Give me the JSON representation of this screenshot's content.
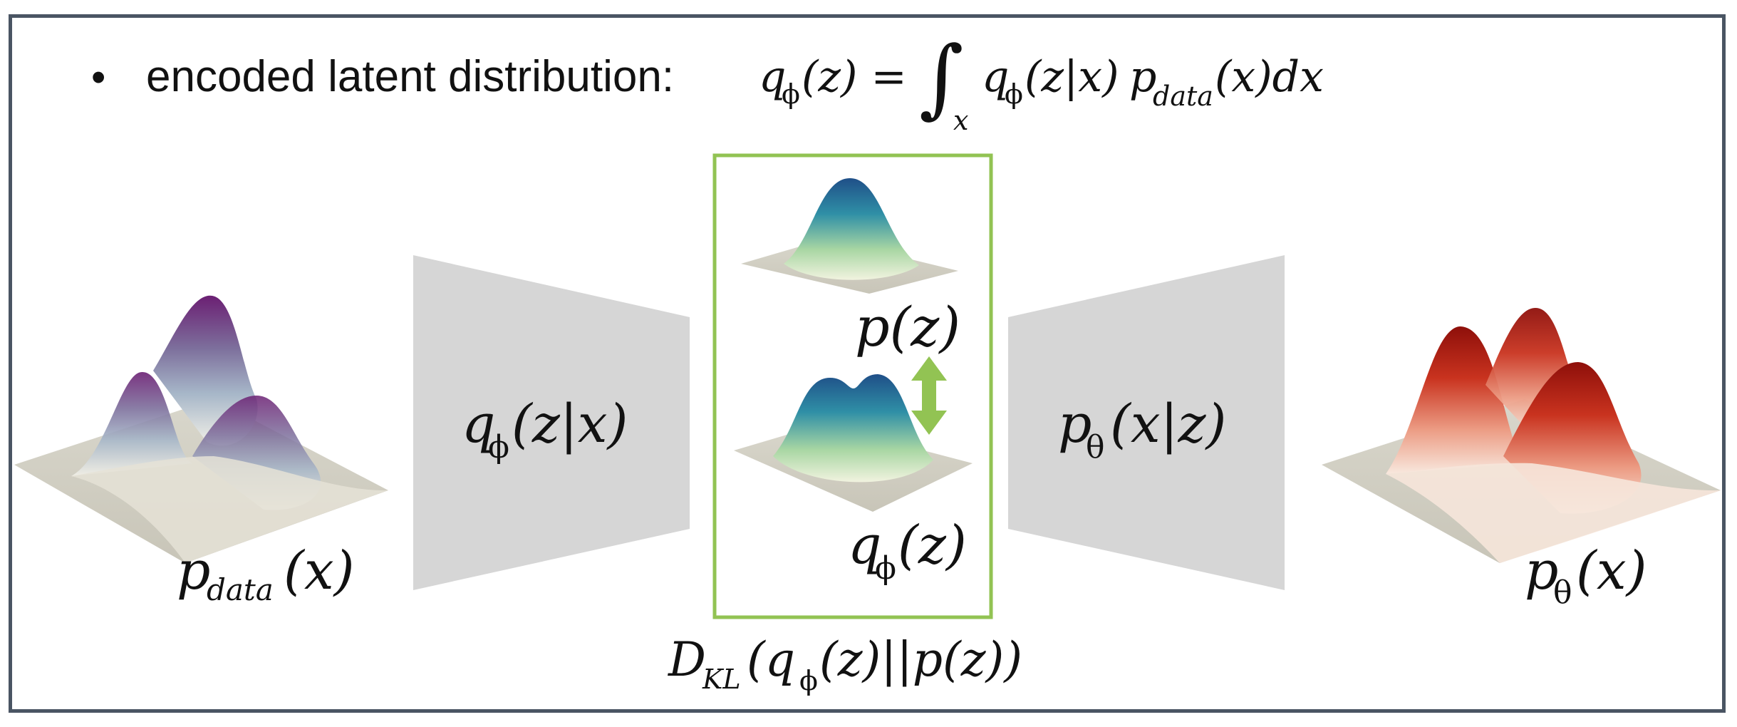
{
  "header": {
    "bullet": "•",
    "prefix": "encoded latent distribution:",
    "equation": {
      "q": "q",
      "phi_sub": "ϕ",
      "lhs_arg": "(z) =",
      "integral": "∫",
      "int_sub": "x",
      "q2": "q",
      "phi_sub2": "ϕ",
      "cond_arg": "(z|x)",
      "p": "p",
      "data_sub": "data",
      "rhs_tail": "(x)dx"
    }
  },
  "labels": {
    "pdata": {
      "base": "p",
      "sub": "data",
      "arg": "(x)"
    },
    "encoder": {
      "base": "q",
      "sub": "ϕ",
      "arg": "(z|x)"
    },
    "prior": {
      "text": "p(z)"
    },
    "posterior": {
      "base": "q",
      "sub": "ϕ",
      "arg": "(z)"
    },
    "decoder": {
      "base": "p",
      "sub": "θ",
      "arg": "(x|z)"
    },
    "ptheta": {
      "base": "p",
      "sub": "θ",
      "arg": "(x)"
    },
    "kl": {
      "D": "D",
      "sub": "KL",
      "part1": "(q",
      "sub2": "ϕ",
      "part2": "(z)||p(z))"
    }
  },
  "colors": {
    "frame": "#4a5563",
    "kl_box": "#92c353",
    "arrow": "#92c353",
    "trapezoid": "#d6d6d6",
    "data_peak": "#6b1f73",
    "latent_peak": "#1f5f8c",
    "model_peak": "#b51a12"
  },
  "icons": {
    "double_arrow": "double-arrow-icon"
  }
}
